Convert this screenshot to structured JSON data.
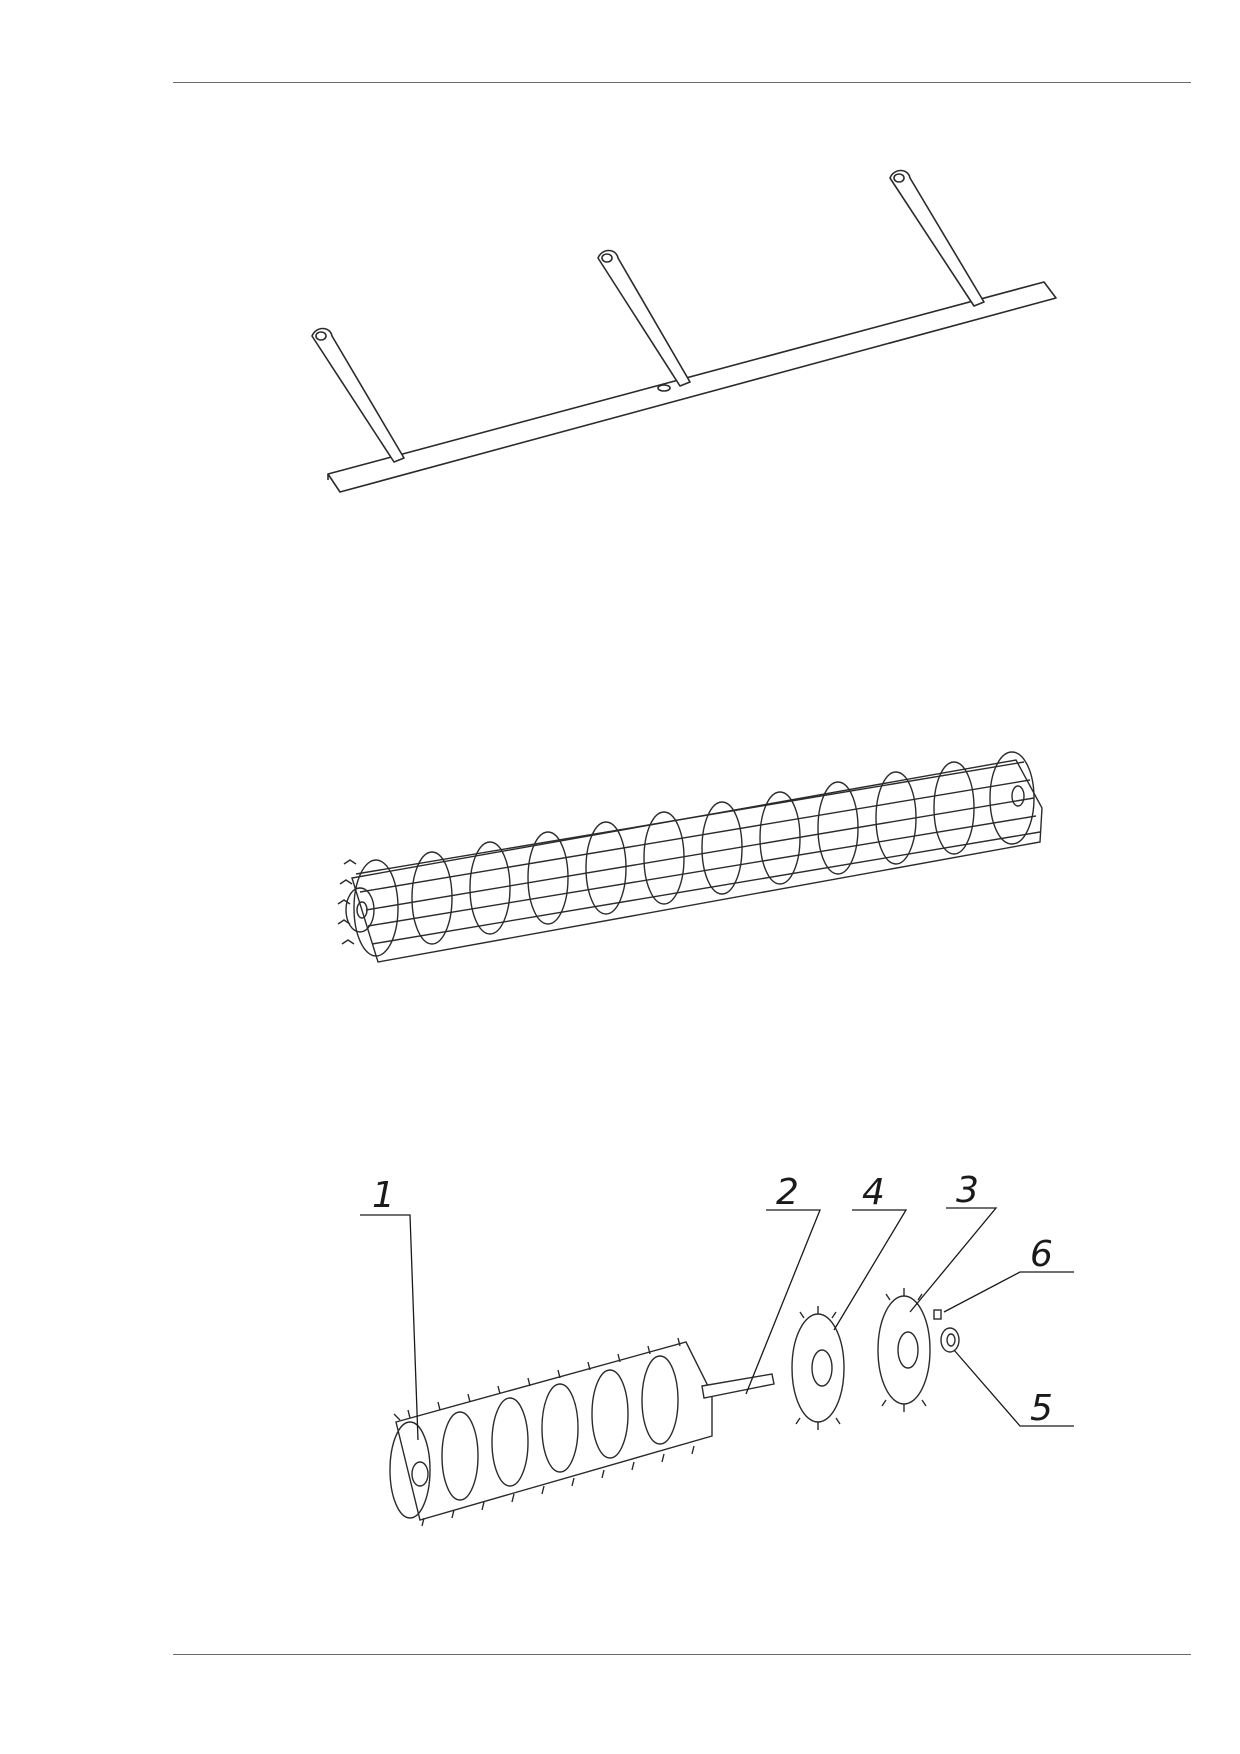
{
  "page": {
    "background": "#ffffff",
    "line_color": "#2b2b2b",
    "rule_color": "#6a6a6a"
  },
  "figures": [
    {
      "id": "bar-assembly",
      "parts": [
        "long-flat-bar",
        "support-arm-left",
        "support-arm-middle",
        "support-arm-right"
      ]
    },
    {
      "id": "cage-roller",
      "parts": [
        "end-plate-toothed",
        "longitudinal-bars",
        "ring-frames",
        "axle-hole"
      ]
    },
    {
      "id": "spiked-roller-exploded",
      "parts": [
        "roller-body",
        "shaft",
        "spiked-disc-4",
        "spiked-disc-3",
        "washer-5",
        "nut-6"
      ]
    }
  ],
  "callouts": {
    "c1": "1",
    "c2": "2",
    "c3": "3",
    "c4": "4",
    "c5": "5",
    "c6": "6"
  }
}
